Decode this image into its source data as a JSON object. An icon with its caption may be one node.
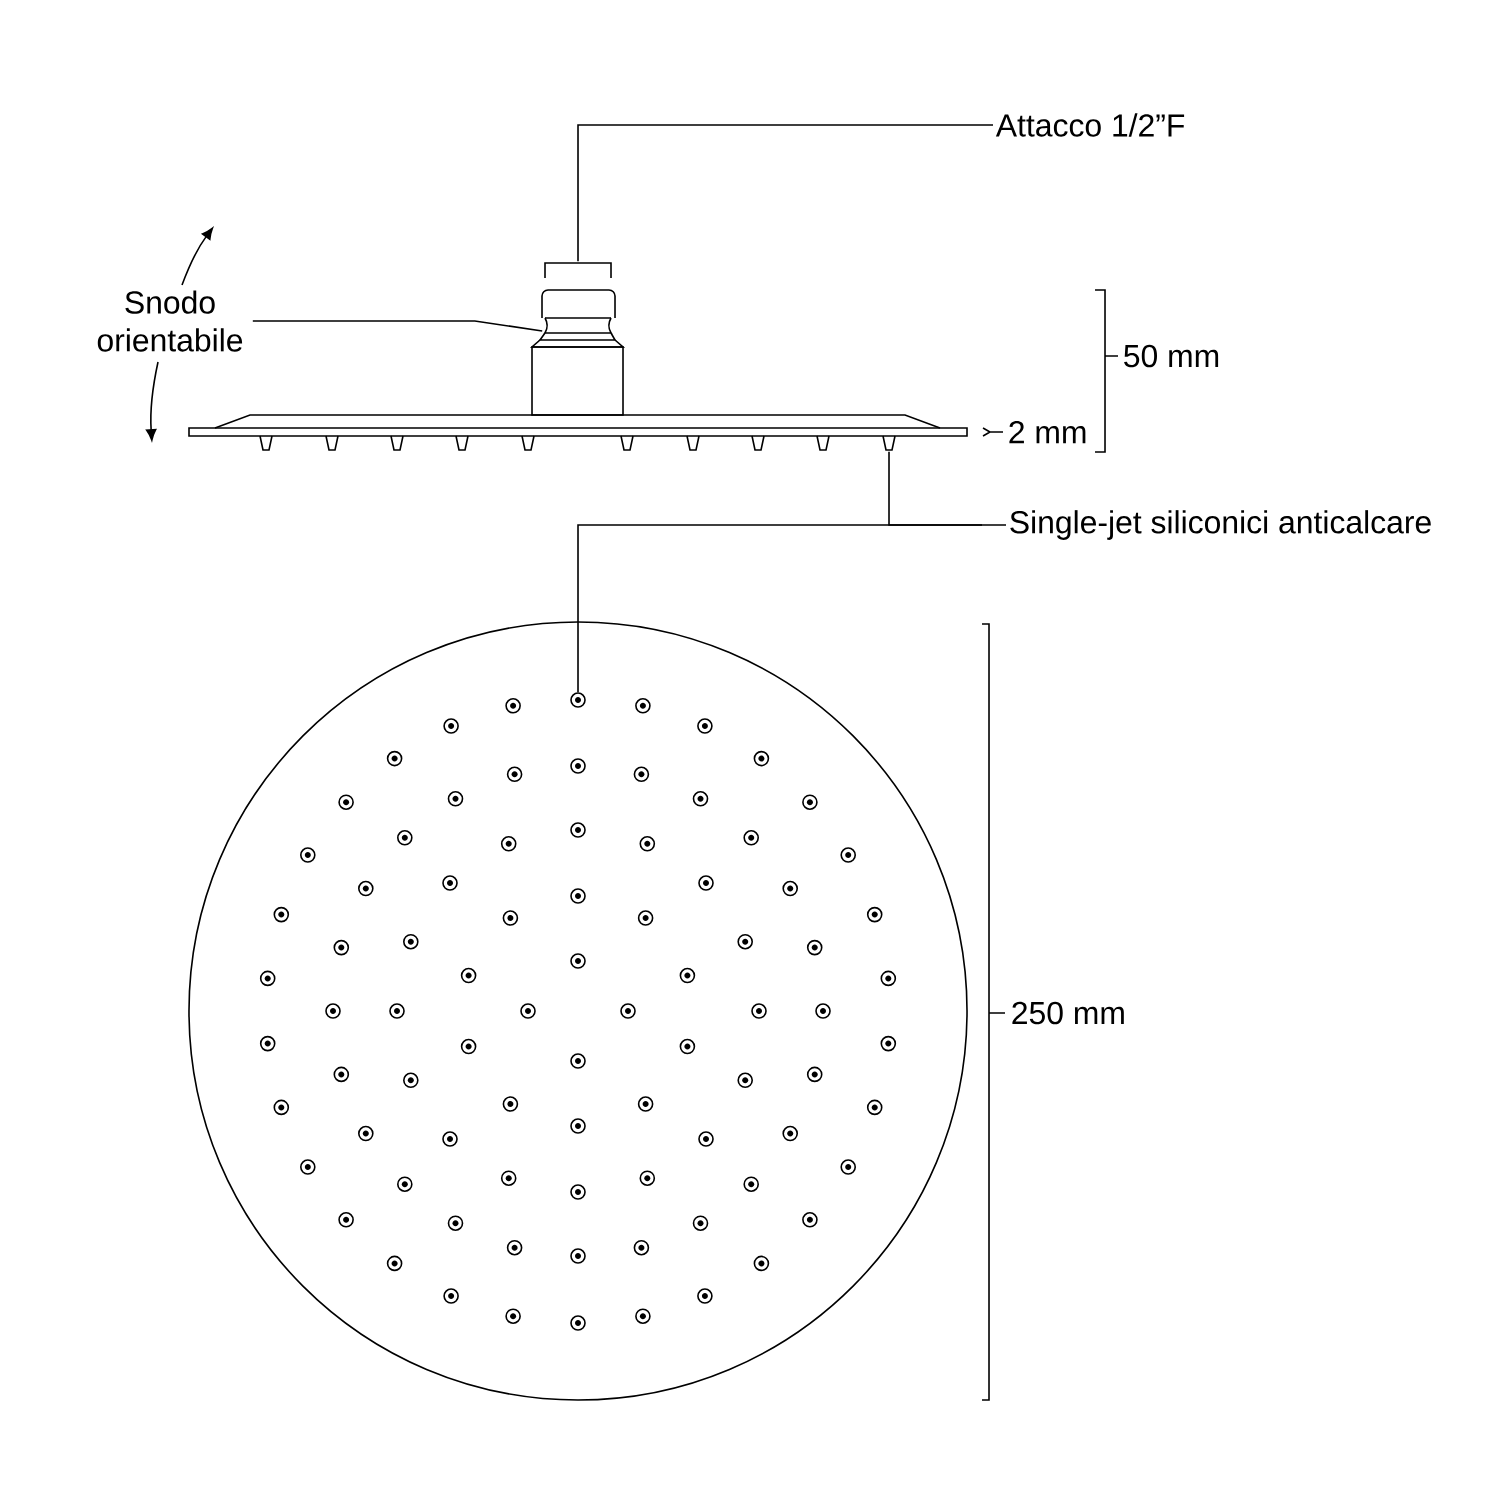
{
  "diagram": {
    "nodes": [
      {
        "text": [
          "Attacco 1/2”F"
        ]
      },
      {
        "text": [],
        "shape": "picture"
      },
      {
        "text": [
          "Snodo orientabile"
        ]
      },
      {
        "text": [],
        "shape": "picture"
      },
      {
        "text": [
          "Single-jet siliconici anticalcare"
        ]
      },
      {
        "text": [],
        "shape": "picture"
      },
      {
        "text": [],
        "shape": "circle"
      }
    ],
    "edges": [
      {
        "from": 1,
        "to": 0,
        "arrow": "none"
      },
      {
        "from": 2,
        "to": 3,
        "arrow": "none"
      },
      {
        "from": 4,
        "to": 5,
        "arrow": "none"
      },
      {
        "from": 4,
        "to": 6,
        "arrow": "none"
      }
    ],
    "labels": [
      "50 mm",
      "2 mm",
      "250 mm"
    ]
  }
}
